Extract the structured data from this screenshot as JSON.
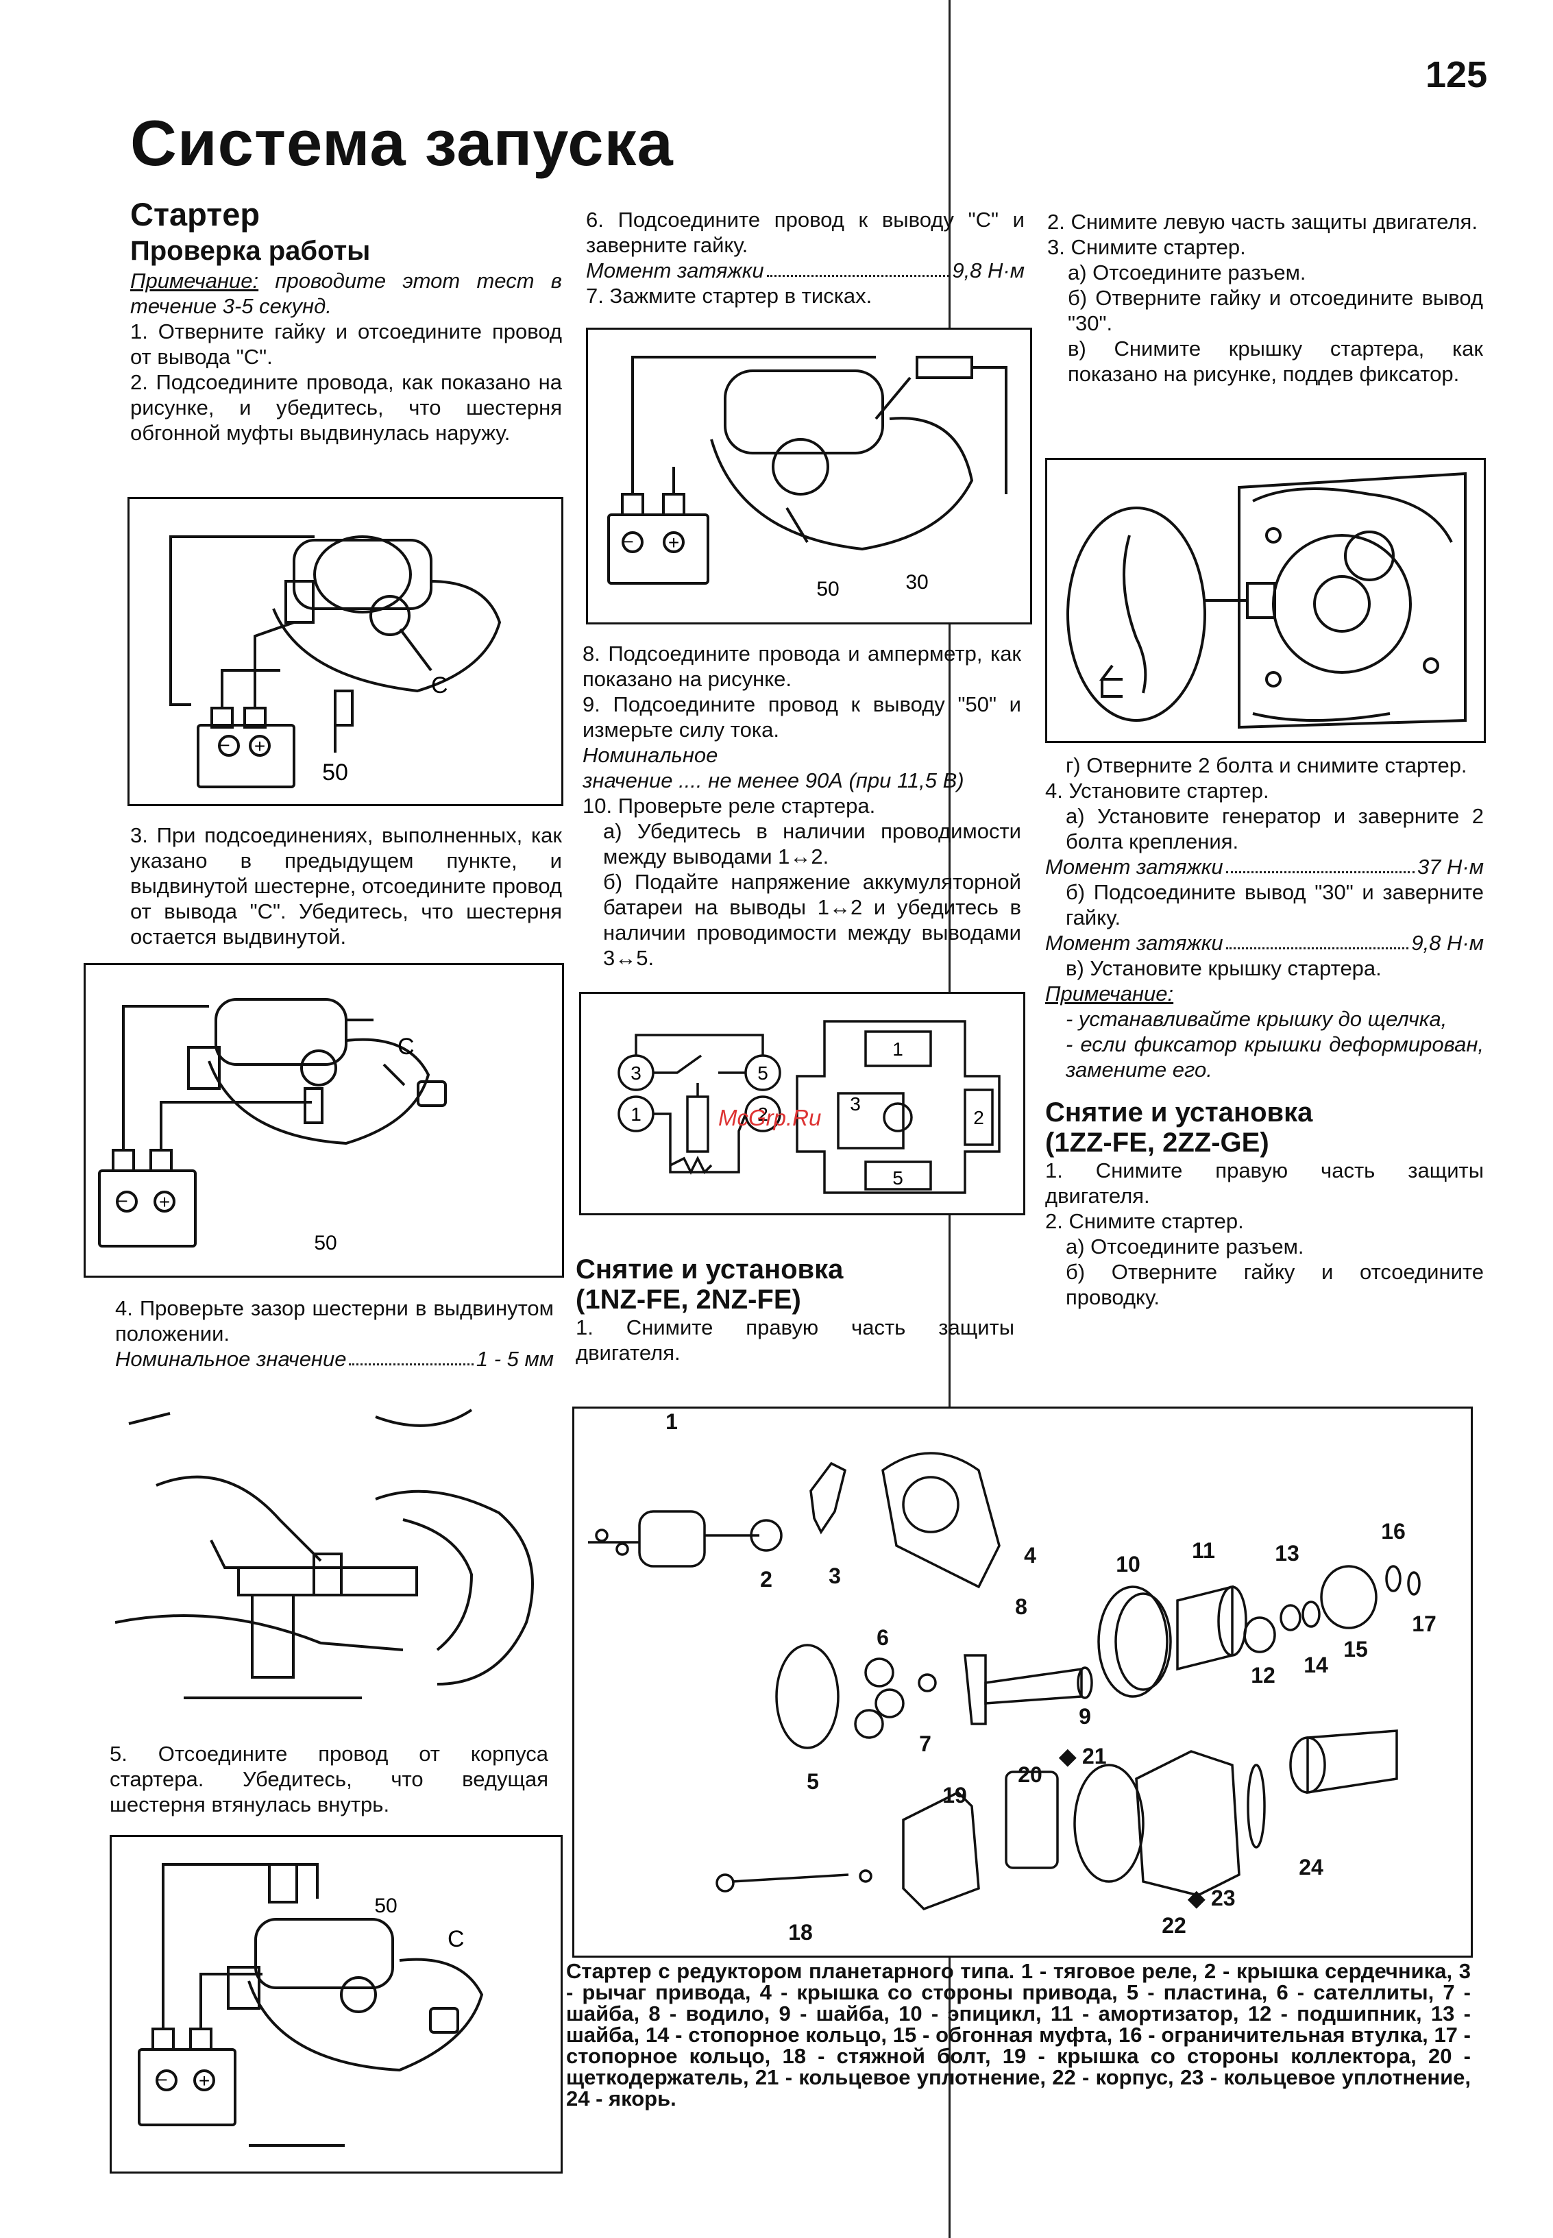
{
  "page_number": "125",
  "title": "Система запуска",
  "col1": {
    "section": "Стартер",
    "subsection": "Проверка работы",
    "note_label": "Примечание:",
    "note_text": " проводите этот тест в течение 3-5 секунд.",
    "step1": "1. Отверните гайку и отсоедините провод от вывода \"С\".",
    "step2": "2. Подсоедините провода, как показано на рисунке, и убедитесь, что шестерня обгонной муфты выдвинулась наружу.",
    "fig1_label_c": "С",
    "fig1_label_50": "50",
    "step3": "3. При подсоединениях, выполненных, как указано в предыдущем пункте, и выдвинутой шестерне, отсоедините провод от вывода \"С\". Убедитесь, что шестерня остается выдвинутой.",
    "fig2_label_c": "С",
    "fig2_label_50": "50",
    "step4": "4. Проверьте зазор шестерни в выдвинутом положении.",
    "spec4_label": "Номинальное значение",
    "spec4_value": "1 - 5 мм",
    "step5": "5. Отсоедините провод от корпуса стартера. Убедитесь, что ведущая шестерня втянулась внутрь.",
    "fig4_label_50": "50",
    "fig4_label_c": "С"
  },
  "col2": {
    "step6": "6. Подсоедините провод к выводу \"С\" и заверните гайку.",
    "spec6_label": "Момент затяжки",
    "spec6_value": "9,8 Н·м",
    "step7": "7. Зажмите стартер в тисках.",
    "fig5_label_50": "50",
    "fig5_label_30": "30",
    "step8": "8. Подсоедините провода и амперметр, как показано на рисунке.",
    "step9": "9. Подсоедините провод к выводу \"50\" и измерьте силу тока.",
    "spec9_label": "Номинальное",
    "spec9_value": "значение .... не менее 90А (при 11,5 В)",
    "step10": "10. Проверьте реле стартера.",
    "step10a": "а) Убедитесь в наличии проводимости между выводами 1↔2.",
    "step10b": "б) Подайте напряжение аккумуляторной батареи на выводы 1↔2 и убедитесь в наличии проводимости между выводами 3↔5.",
    "relay_t1": "1",
    "relay_t2": "2",
    "relay_t3": "3",
    "relay_t5": "5",
    "section2_title": "Снятие и установка",
    "section2_sub": "(1NZ-FE, 2NZ-FE)",
    "s2_step1": "1. Снимите правую часть защиты двигателя."
  },
  "col3": {
    "step2": "2. Снимите левую часть защиты двигателя.",
    "step3": "3. Снимите стартер.",
    "step3a": "а) Отсоедините разъем.",
    "step3b": "б) Отверните гайку и отсоедините вывод \"30\".",
    "step3v": "в) Снимите крышку стартера, как показано на рисунке, поддев фиксатор.",
    "step3g": "г) Отверните 2 болта и снимите стартер.",
    "step4": "4. Установите стартер.",
    "step4a": "а) Установите генератор и заверните 2 болта крепления.",
    "spec4a_label": "Момент затяжки",
    "spec4a_value": "37 Н·м",
    "step4b": "б) Подсоедините вывод \"30\" и заверните гайку.",
    "spec4b_label": "Момент затяжки",
    "spec4b_value": "9,8 Н·м",
    "step4v": "в) Установите крышку стартера.",
    "note_label": "Примечание:",
    "note1": "- устанавливайте крышку до щелчка,",
    "note2": "- если фиксатор крышки деформирован, замените его.",
    "section3_title": "Снятие и установка",
    "section3_sub": "(1ZZ-FE, 2ZZ-GE)",
    "s3_step1": "1. Снимите правую часть защиты двигателя.",
    "s3_step2": "2. Снимите стартер.",
    "s3_step2a": "а) Отсоедините разъем.",
    "s3_step2b": "б) Отверните гайку и отсоедините проводку."
  },
  "exploded": {
    "labels": [
      "1",
      "2",
      "3",
      "4",
      "5",
      "6",
      "7",
      "8",
      "9",
      "10",
      "11",
      "12",
      "13",
      "14",
      "15",
      "16",
      "17",
      "18",
      "19",
      "20",
      "◆ 21",
      "22",
      "◆ 23",
      "24"
    ]
  },
  "caption": "Стартер с редуктором планетарного типа. 1 - тяговое реле, 2 - крышка сердечника, 3 - рычаг привода, 4 - крышка со стороны привода, 5 - пластина, 6 - сателлиты, 7 - шайба, 8 - водило, 9 - шайба, 10 - эпицикл, 11 - амортизатор, 12 - подшипник, 13 - шайба, 14 - стопорное кольцо, 15 - обгонная муфта, 16 - ограничительная втулка, 17 - стопорное кольцо, 18 - стяжной болт, 19 - крышка со стороны коллектора, 20 - щеткодержатель, 21 - кольцевое уплотнение, 22 - корпус, 23 - кольцевое уплотнение, 24 - якорь.",
  "watermark": "McGrp.Ru"
}
